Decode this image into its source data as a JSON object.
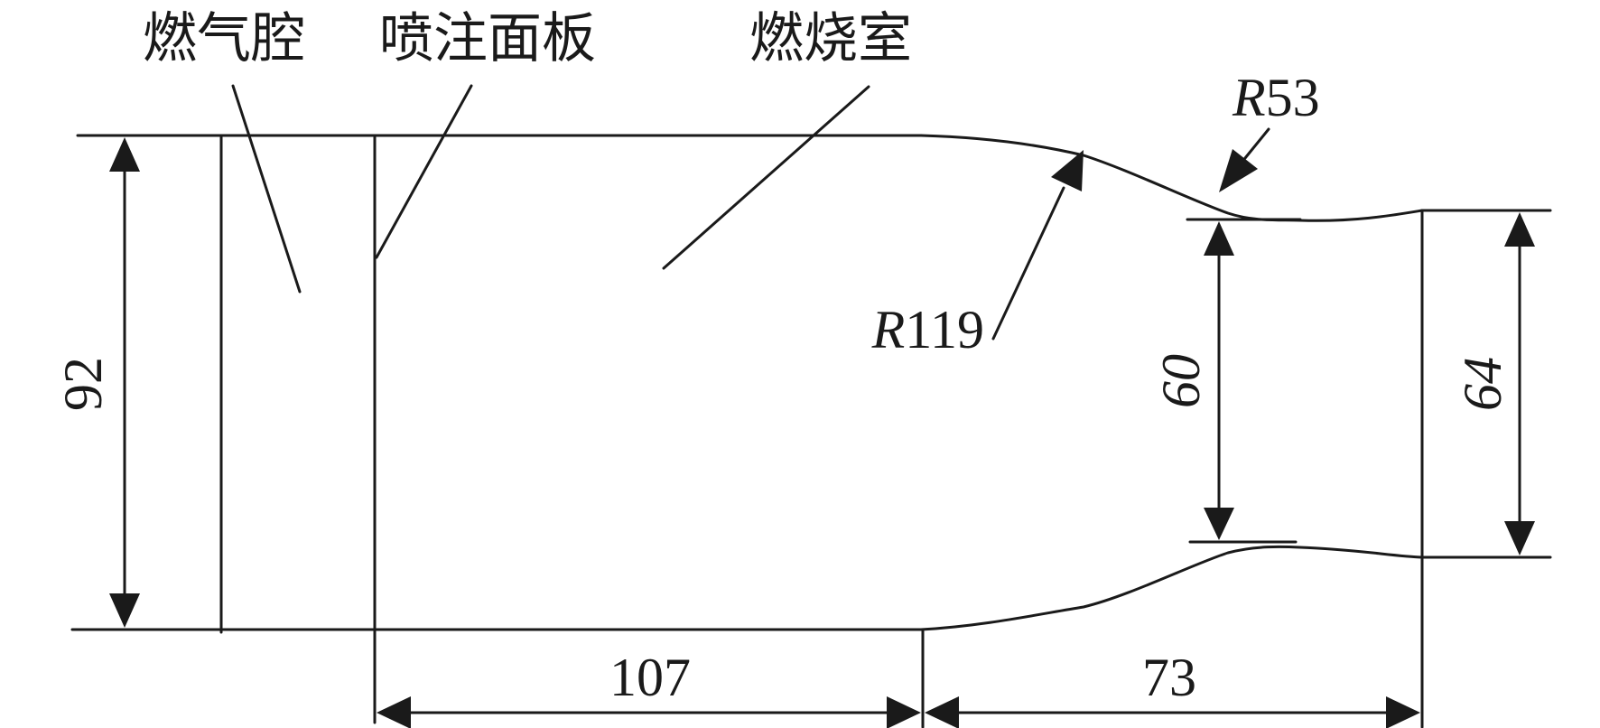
{
  "labels": {
    "gas_cavity": "燃气腔",
    "injector_plate": "喷注面板",
    "combustion_chamber": "燃烧室"
  },
  "radii": {
    "r119_prefix": "R",
    "r119_value": "119",
    "r53_prefix": "R",
    "r53_value": "53"
  },
  "dimensions": {
    "chamber_diameter": "92",
    "throat_diameter": "60",
    "exit_diameter": "64",
    "chamber_length": "107",
    "nozzle_length": "73"
  }
}
